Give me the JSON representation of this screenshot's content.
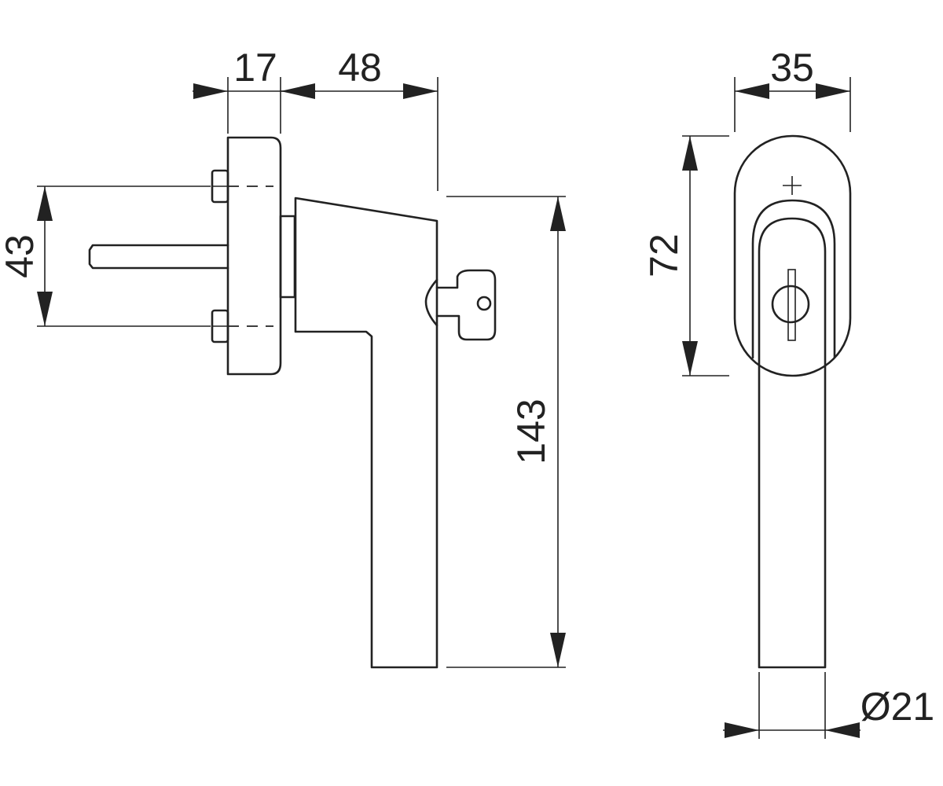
{
  "drawing": {
    "dimensions": {
      "rosette_depth": "17",
      "projection": "48",
      "screw_spacing": "43",
      "total_length": "143",
      "rosette_width": "35",
      "rosette_height": "72",
      "grip_diameter": "Ø21"
    }
  }
}
